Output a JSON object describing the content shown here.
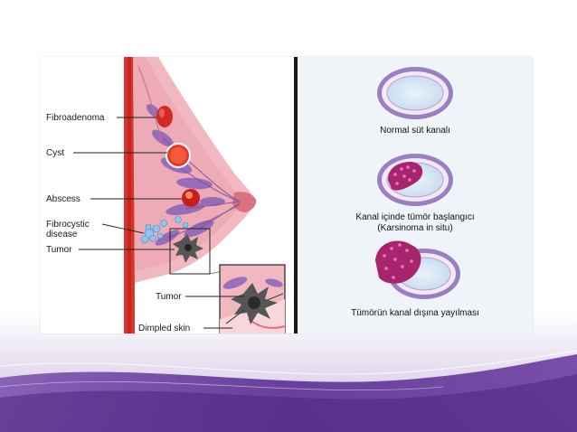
{
  "left_diagram": {
    "labels": {
      "fibroadenoma": "Fibroadenoma",
      "cyst": "Cyst",
      "abscess": "Abscess",
      "fibrocystic_line1": "Fibrocystic",
      "fibrocystic_line2": "disease",
      "tumor": "Tumor",
      "tumor_inset": "Tumor",
      "dimpled_skin": "Dimpled skin"
    }
  },
  "right_diagram": {
    "stages": [
      {
        "caption_lines": [
          "Normal süt kanalı"
        ]
      },
      {
        "caption_lines": [
          "Kanal içinde tümör başlangıcı",
          "(Karsinoma in situ)"
        ]
      },
      {
        "caption_lines": [
          "Tümörün kanal dışına yayılması"
        ]
      }
    ]
  },
  "colors": {
    "slide_purple": "#6a3aa0",
    "tissue_red": "#d9342b",
    "tissue_pink": "#f2b8c0",
    "lobule_purple": "#8a63b8",
    "duct_ring": "#9a7fc2",
    "tumor_cells": "#a8246e"
  }
}
